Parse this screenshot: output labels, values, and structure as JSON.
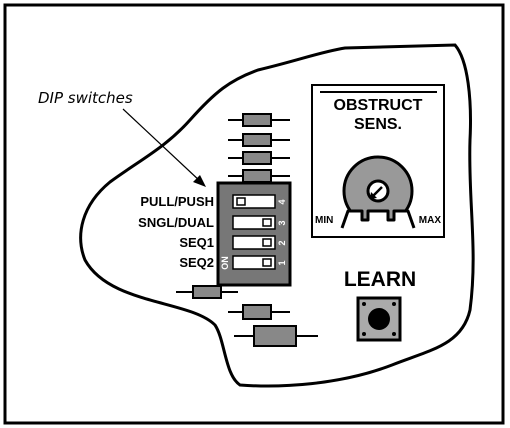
{
  "callout": {
    "label": "DIP switches"
  },
  "dip": {
    "on_label": "ON",
    "switches": [
      {
        "label": "PULL/PUSH",
        "number": "4",
        "position": "off"
      },
      {
        "label": "SNGL/DUAL",
        "number": "3",
        "position": "on"
      },
      {
        "label": "SEQ1",
        "number": "2",
        "position": "on"
      },
      {
        "label": "SEQ2",
        "number": "1",
        "position": "on"
      }
    ]
  },
  "obstruct": {
    "title_line1": "OBSTRUCT",
    "title_line2": "SENS.",
    "min_label": "MIN",
    "max_label": "MAX"
  },
  "learn": {
    "label": "LEARN"
  }
}
